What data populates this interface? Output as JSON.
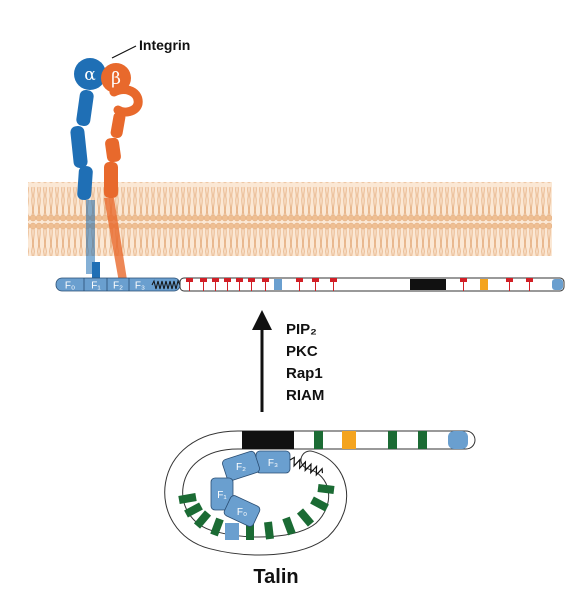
{
  "labels": {
    "integrin": "Integrin",
    "alpha": "α",
    "beta": "β",
    "talin": "Talin"
  },
  "activators": [
    "PIP₂",
    "PKC",
    "Rap1",
    "RIAM"
  ],
  "domains": {
    "f0": "F₀",
    "f1": "F₁",
    "f2": "F₂",
    "f3": "F₃"
  },
  "colors": {
    "alpha_subunit": "#1f6fb5",
    "beta_subunit": "#e8692c",
    "membrane": "#f2c9a0",
    "ferm_domain": "#6a9fcf",
    "rod_red_bundle": "#d21f26",
    "rod_green_bundle": "#1b6b34",
    "orange_bundle": "#f4a41f",
    "dimerization_black": "#111111",
    "arrow": "#111111"
  },
  "icons": [
    "integrin-heterodimer-icon",
    "lipid-bilayer-icon",
    "activation-arrow-icon",
    "linker-spring-icon"
  ]
}
